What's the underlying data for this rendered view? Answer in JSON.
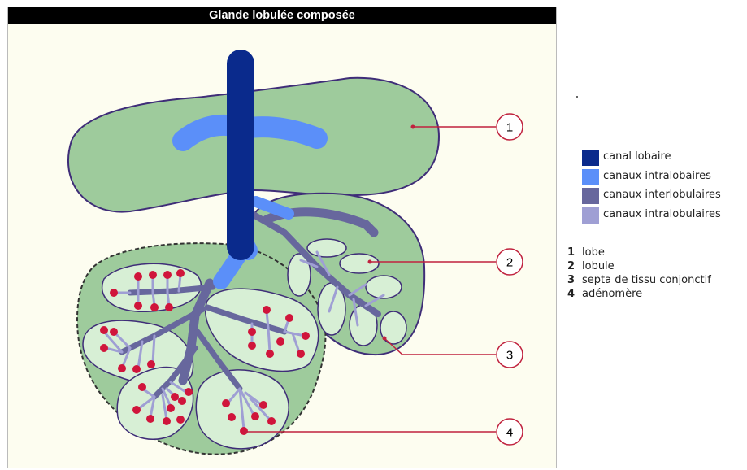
{
  "title": "Glande lobulée composée",
  "colors": {
    "canal_lobaire": "#0a2a8c",
    "canaux_intralobaires": "#5b8ff9",
    "canaux_interlobulaires": "#67679d",
    "canaux_intralobulaires": "#9f9fd4",
    "lobe_fill": "#9ecb9c",
    "lobule_fill": "#d7efd5",
    "outline": "#3f2d78",
    "acinus": "#d0153b",
    "callout_line": "#c0223e"
  },
  "callouts": [
    "1",
    "2",
    "3",
    "4"
  ],
  "legend": {
    "colors": [
      {
        "label": "canal lobaire",
        "color": "#0a2a8c"
      },
      {
        "label": "canaux intralobaires",
        "color": "#5b8ff9"
      },
      {
        "label": "canaux interlobulaires",
        "color": "#67679d"
      },
      {
        "label": "canaux intralobulaires",
        "color": "#9f9fd4"
      }
    ],
    "keys": [
      {
        "num": "1",
        "label": "lobe"
      },
      {
        "num": "2",
        "label": "lobule"
      },
      {
        "num": "3",
        "label": "septa de tissu conjonctif"
      },
      {
        "num": "4",
        "label": "adénomère"
      }
    ]
  }
}
